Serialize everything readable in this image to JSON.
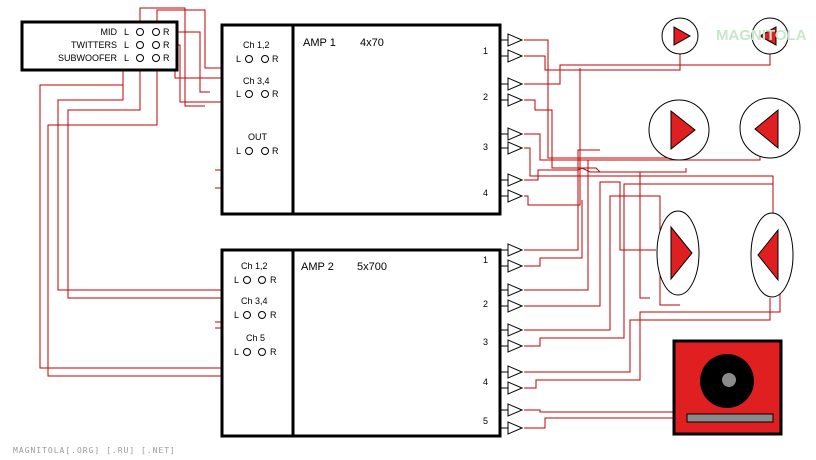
{
  "source": {
    "rows": [
      {
        "name": "MID",
        "l": "L",
        "r": "R"
      },
      {
        "name": "TWITTERS",
        "l": "L",
        "r": "R"
      },
      {
        "name": "SUBWOOFER",
        "l": "L",
        "r": "R"
      }
    ]
  },
  "amp1": {
    "title": "AMP 1",
    "power": "4x70",
    "inputs": [
      {
        "label": "Ch 1,2",
        "l": "L",
        "r": "R"
      },
      {
        "label": "Ch 3,4",
        "l": "L",
        "r": "R"
      },
      {
        "label": "OUT",
        "l": "L",
        "r": "R"
      }
    ],
    "channels": [
      "1",
      "2",
      "3",
      "4"
    ]
  },
  "amp2": {
    "title": "AMP 2",
    "power": "5x700",
    "inputs": [
      {
        "label": "Ch 1,2",
        "l": "L",
        "r": "R"
      },
      {
        "label": "Ch 3,4",
        "l": "L",
        "r": "R"
      },
      {
        "label": "Ch 5",
        "l": "L",
        "r": "R"
      }
    ],
    "channels": [
      "1",
      "2",
      "3",
      "4",
      "5"
    ]
  },
  "watermark": {
    "bottom": "MAGNITOLA[.ORG] [.RU] [.NET]",
    "logo": "MAGNITOLA"
  },
  "colors": {
    "wire": "#c00000",
    "speaker_fill": "#e02020",
    "subwoofer_fill": "#e02020"
  }
}
